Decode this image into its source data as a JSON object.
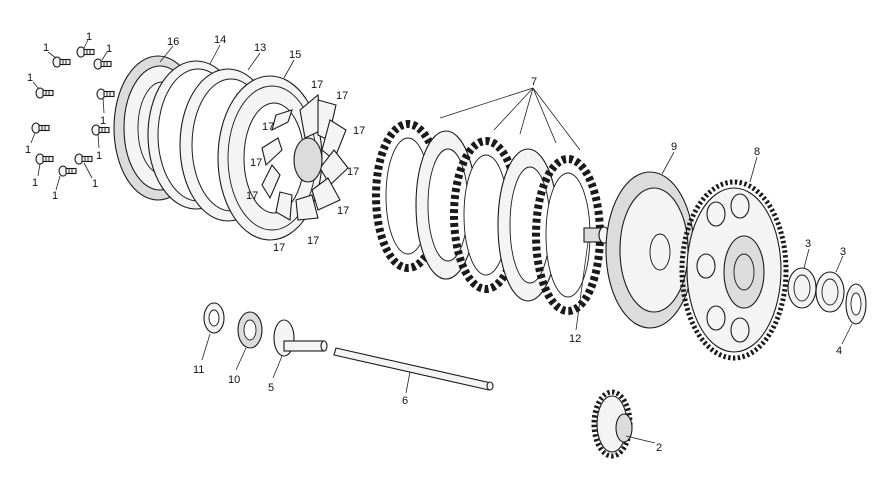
{
  "diagram": {
    "callouts": {
      "c1a": "1",
      "c1b": "1",
      "c1c": "1",
      "c1d": "1",
      "c1e": "1",
      "c1f": "1",
      "c1g": "1",
      "c1h": "1",
      "c1i": "1",
      "c1j": "1",
      "c2": "2",
      "c3a": "3",
      "c3b": "3",
      "c4": "4",
      "c5": "5",
      "c6": "6",
      "c7": "7",
      "c8": "8",
      "c9": "9",
      "c10": "10",
      "c11": "11",
      "c12": "12",
      "c13": "13",
      "c14": "14",
      "c15": "15",
      "c16": "16",
      "c17a": "17",
      "c17b": "17",
      "c17c": "17",
      "c17d": "17",
      "c17e": "17",
      "c17f": "17",
      "c17g": "17",
      "c17h": "17",
      "c17i": "17",
      "c17j": "17"
    }
  }
}
